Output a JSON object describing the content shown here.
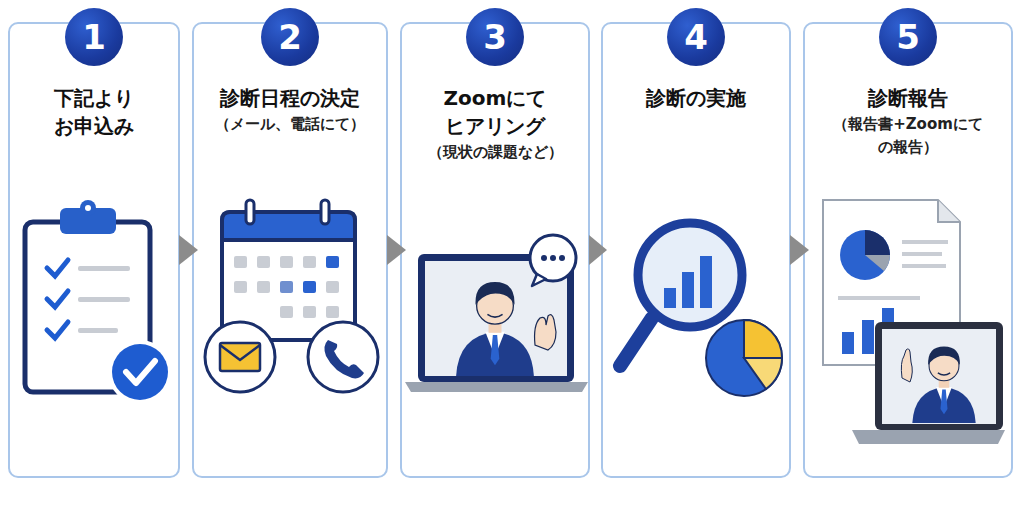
{
  "diagram": {
    "nodes": [
      {
        "text": [
          "下記より お申込み"
        ]
      },
      {
        "text": [
          "1"
        ],
        "in": 0
      },
      {
        "text": [
          "診断日程の決定",
          "（メール、電話にて）"
        ]
      },
      {
        "text": [
          "2"
        ],
        "in": 2
      },
      {
        "text": [
          "Zoomにて ヒアリング",
          "（現状の課題など）"
        ]
      },
      {
        "text": [
          "3"
        ],
        "in": 4
      },
      {
        "text": [
          "診断の実施"
        ]
      },
      {
        "text": [
          "4"
        ],
        "in": 6
      },
      {
        "text": [
          "診断報告",
          "（報告書+Zoomにて の報告）"
        ]
      },
      {
        "text": [
          "5"
        ],
        "in": 8
      }
    ],
    "edges": [
      {
        "from": 0,
        "to": 2,
        "arrow": "to"
      },
      {
        "from": 2,
        "to": 4,
        "arrow": "to"
      },
      {
        "from": 4,
        "to": 6,
        "arrow": "to"
      },
      {
        "from": 6,
        "to": 8,
        "arrow": "to"
      }
    ]
  }
}
